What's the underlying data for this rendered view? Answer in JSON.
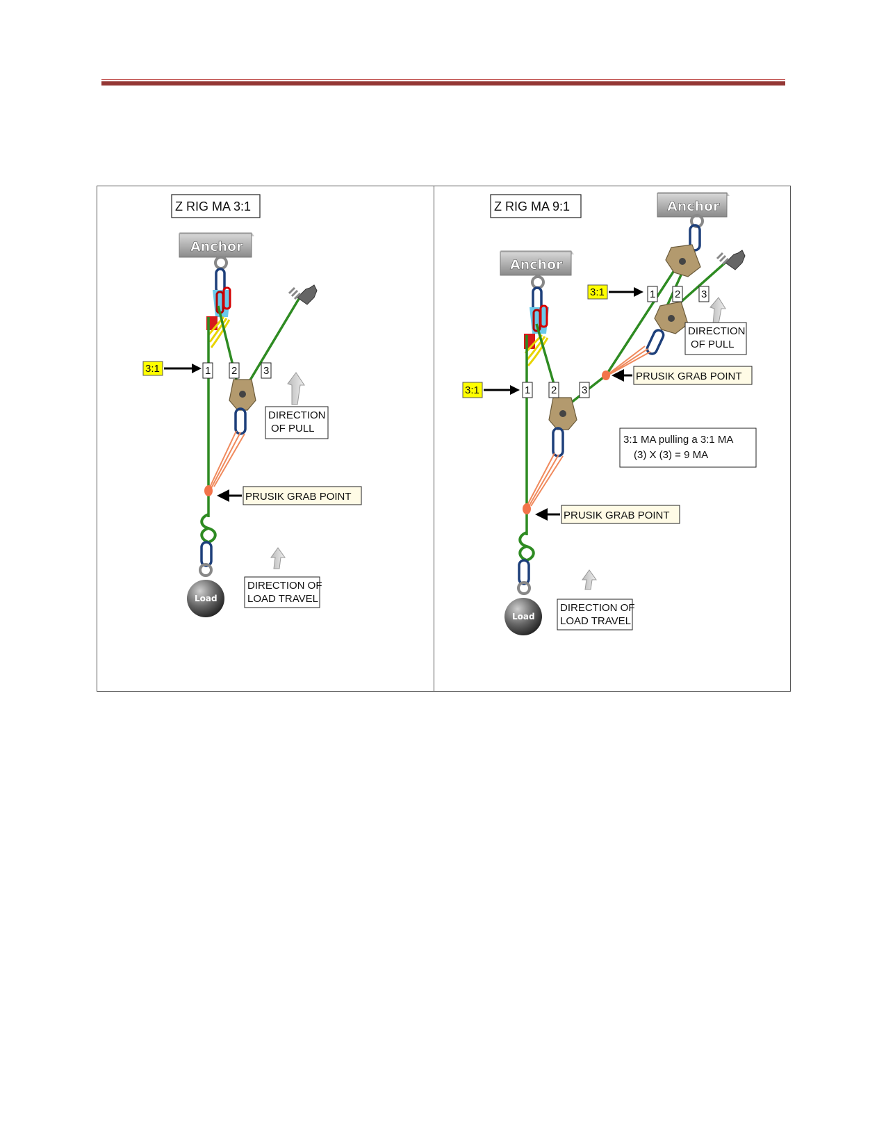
{
  "left_panel": {
    "title": "Z RIG MA 3:1",
    "anchor": "Anchor",
    "ratio_tag": "3:1",
    "strand_1": "1",
    "strand_2": "2",
    "strand_3": "3",
    "direction_pull_1": "DIRECTION",
    "direction_pull_2": "OF PULL",
    "prusik": "PRUSIK GRAB POINT",
    "load": "Load",
    "direction_load_1": "DIRECTION OF",
    "direction_load_2": "LOAD TRAVEL"
  },
  "right_panel": {
    "title": "Z RIG MA 9:1",
    "anchor_main": "Anchor",
    "anchor_upper": "Anchor",
    "ratio_tag_upper": "3:1",
    "ratio_tag_lower": "3:1",
    "upper_strand_1": "1",
    "upper_strand_2": "2",
    "upper_strand_3": "3",
    "lower_strand_1": "1",
    "lower_strand_2": "2",
    "lower_strand_3": "3",
    "direction_pull_1": "DIRECTION",
    "direction_pull_2": "OF PULL",
    "prusik_upper": "PRUSIK GRAB POINT",
    "prusik_lower": "PRUSIK GRAB POINT",
    "note_1": "3:1 MA pulling a 3:1 MA",
    "note_2": "(3) X (3) = 9 MA",
    "load": "Load",
    "direction_load_1": "DIRECTION OF",
    "direction_load_2": "LOAD TRAVEL"
  },
  "colors": {
    "rope": "#2e8b22",
    "header_rule": "#943634",
    "ratio_tag_fill": "#ffff00",
    "callout_fill": "#fffbe6",
    "pulley": "#b39a6e"
  }
}
